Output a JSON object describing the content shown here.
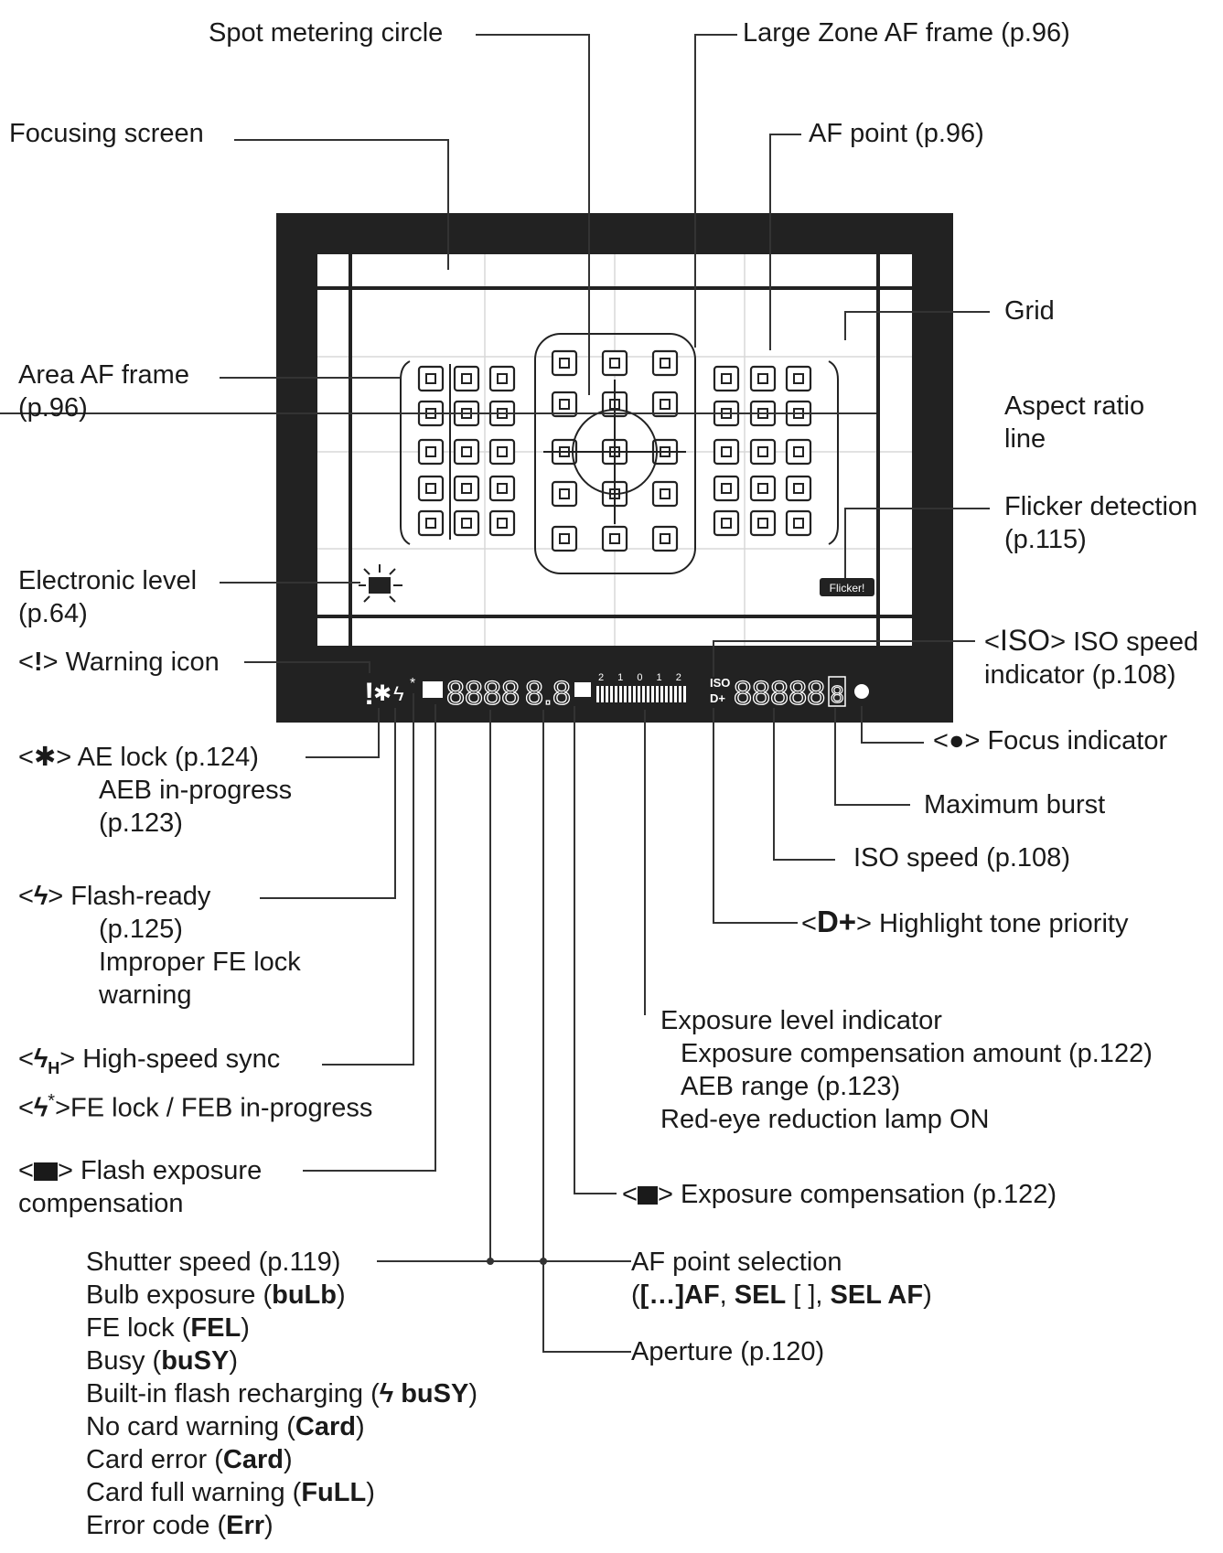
{
  "callouts": {
    "spot_metering_circle": "Spot metering circle",
    "large_zone_af_frame": "Large Zone AF frame (p.96)",
    "focusing_screen": "Focusing screen",
    "af_point": "AF point (p.96)",
    "grid": "Grid",
    "area_af_frame": [
      "Area AF frame",
      "(p.96)"
    ],
    "aspect_ratio_line": [
      "Aspect ratio",
      "line"
    ],
    "flicker_detection": [
      "Flicker detection",
      "(p.115)"
    ],
    "electronic_level": [
      "Electronic level",
      "(p.64)"
    ],
    "iso_speed_indicator": [
      "ISO speed",
      "indicator (p.108)"
    ],
    "warning_icon": "Warning icon",
    "focus_indicator": "Focus indicator",
    "ae_lock": [
      "AE lock (p.124)",
      "AEB in-progress",
      "(p.123)"
    ],
    "maximum_burst": "Maximum burst",
    "iso_speed": "ISO speed (p.108)",
    "flash_ready": [
      "Flash-ready",
      "(p.125)",
      "Improper FE lock",
      "warning"
    ],
    "highlight_tone_priority": "Highlight tone priority",
    "exposure_level_indicator": [
      "Exposure level indicator",
      "Exposure compensation amount (p.122)",
      "AEB range (p.123)",
      "Red-eye reduction lamp ON"
    ],
    "high_speed_sync": "High-speed sync",
    "fe_lock_feb": "FE lock / FEB in-progress",
    "flash_exposure_compensation": [
      "Flash exposure",
      "compensation"
    ],
    "exposure_compensation": "Exposure compensation (p.122)",
    "shutter_speed": [
      {
        "text": "Shutter speed (p.119)",
        "code": ""
      },
      {
        "text": "Bulb exposure",
        "code": "buLb"
      },
      {
        "text": "FE lock",
        "code": "FEL"
      },
      {
        "text": "Busy",
        "code": "buSY"
      },
      {
        "text": "Built-in flash recharging",
        "code": "buSY"
      },
      {
        "text": "No card warning",
        "code": "Card"
      },
      {
        "text": "Card error",
        "code": "Card"
      },
      {
        "text": "Card full warning",
        "code": "FuLL"
      },
      {
        "text": "Error code",
        "code": "Err"
      }
    ],
    "af_point_selection": [
      "AF point selection",
      "AF",
      "SEL",
      "SEL AF"
    ],
    "aperture": "Aperture (p.120)"
  },
  "symbols": {
    "warning": "!",
    "ae_lock": "✱",
    "flash": "ϟ",
    "flash_high_sub": "H",
    "flash_star": "*",
    "iso": "ISO",
    "focus_dot": "●",
    "d_plus": "D+"
  },
  "viewfinder": {
    "flicker_badge": "Flicker!",
    "lcd_shutter": "8888",
    "lcd_aperture": "8.8",
    "lcd_iso_value": "88888",
    "lcd_burst": "8",
    "lcd_iso_label": "ISO",
    "lcd_dplus": "D+",
    "scale_ticks": "2 1 0 1 2"
  },
  "colors": {
    "ink": "#1a1a1a",
    "frame": "#222222",
    "screen": "#ffffff",
    "grid_line": "#d8d8d8"
  }
}
